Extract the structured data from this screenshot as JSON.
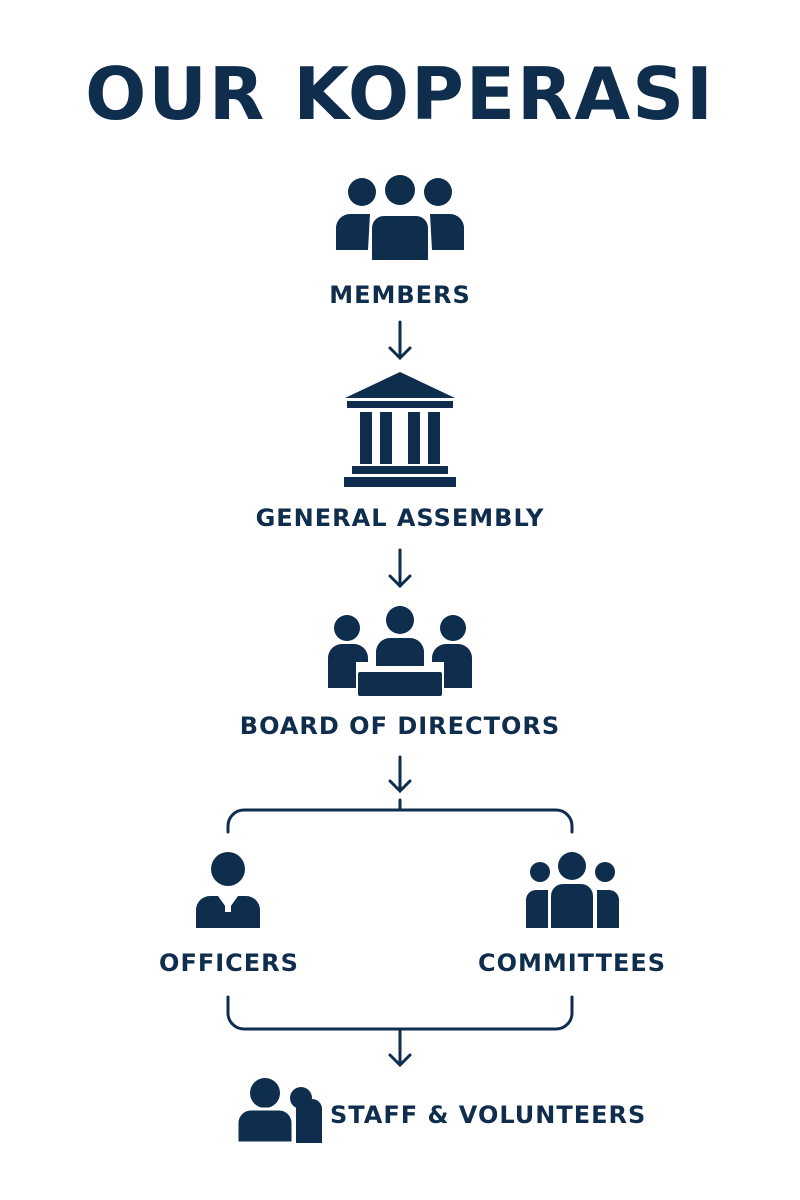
{
  "title": "OUR KOPERASI",
  "colors": {
    "primary": "#0f2d4d",
    "background": "#ffffff"
  },
  "nodes": {
    "members": {
      "label": "MEMBERS",
      "icon": "group-icon"
    },
    "general_assembly": {
      "label": "GENERAL ASSEMBLY",
      "icon": "building-icon"
    },
    "board": {
      "label": "BOARD OF DIRECTORS",
      "icon": "meeting-icon"
    },
    "officers": {
      "label": "OFFICERS",
      "icon": "person-tie-icon"
    },
    "committees": {
      "label": "COMMITTEES",
      "icon": "group-icon"
    },
    "staff": {
      "label": "STAFF & VOLUNTEERS",
      "icon": "two-people-icon"
    }
  }
}
